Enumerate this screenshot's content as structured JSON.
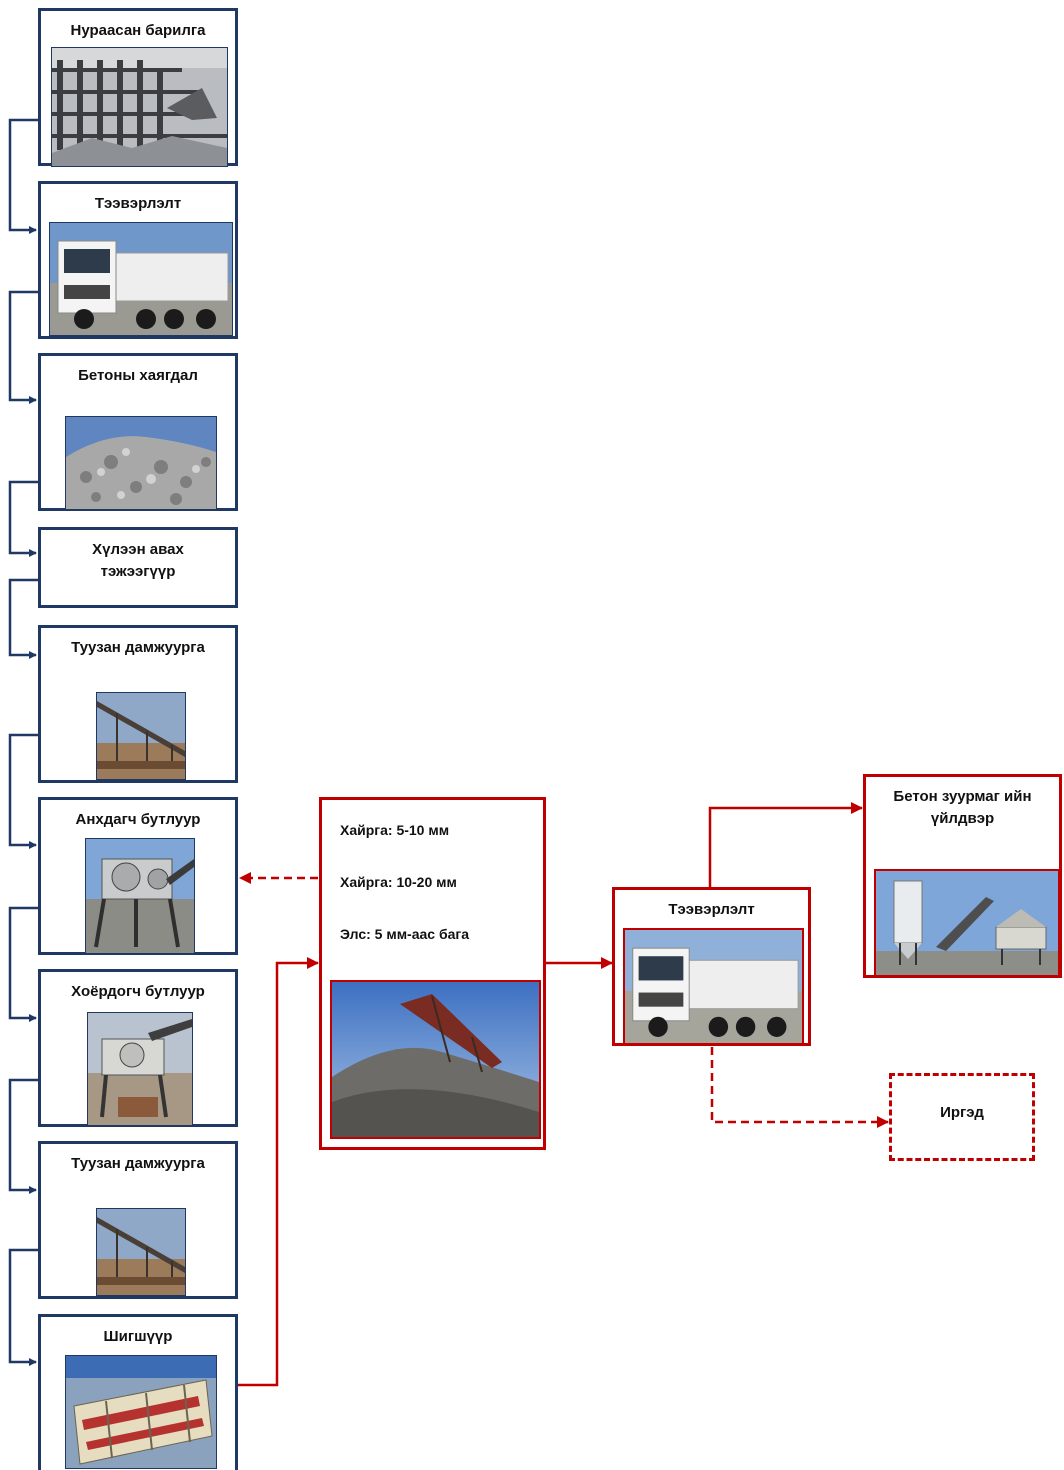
{
  "steps": [
    {
      "title": "Нураасан барилга",
      "image": "demolished-building-photo"
    },
    {
      "title": "Тээвэрлэлт",
      "image": "dump-truck-photo"
    },
    {
      "title": "Бетоны хаягдал",
      "image": "concrete-rubble-photo"
    },
    {
      "title": "Хүлээн авах тэжээгүүр",
      "image": null
    },
    {
      "title": "Туузан дамжуурга",
      "image": "belt-conveyor-photo"
    },
    {
      "title": "Анхдагч бутлуур",
      "image": "jaw-crusher-photo"
    },
    {
      "title": "Хоёрдогч бутлуур",
      "image": "secondary-crusher-photo"
    },
    {
      "title": "Туузан дамжуурга",
      "image": "belt-conveyor-photo"
    },
    {
      "title": "Шигшүүр",
      "image": "vibrating-screen-photo"
    }
  ],
  "products": {
    "items": [
      "Хайрга: 5-10 мм",
      "Хайрга: 10-20 мм",
      "Элс: 5 мм-аас бага"
    ],
    "image": "aggregate-stockpile-photo"
  },
  "transport": {
    "title": "Тээвэрлэлт",
    "image": "dump-truck-photo"
  },
  "plant": {
    "title": "Бетон зуурмаг ийн үйлдвэр",
    "image": "concrete-batching-plant-photo"
  },
  "citizens": {
    "title": "Иргэд"
  },
  "colors": {
    "process": "#1f3864",
    "output": "#c00000"
  }
}
